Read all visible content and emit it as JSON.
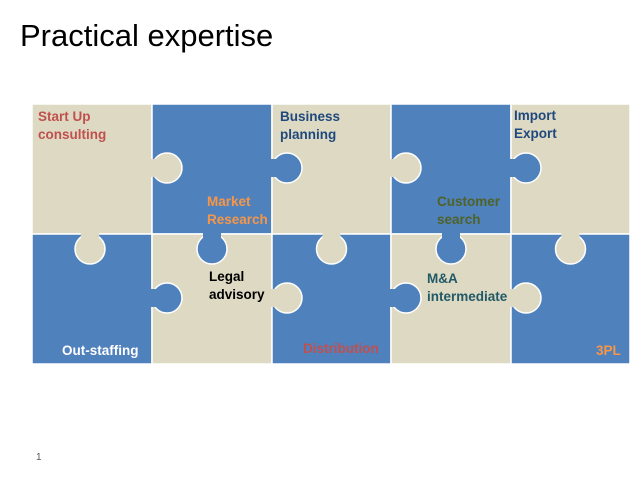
{
  "title": "Practical expertise",
  "page_number": "1",
  "colors": {
    "beige": "#DDD9C3",
    "blue": "#4F81BD"
  },
  "pieces": [
    {
      "label": "Start Up\nconsulting",
      "color": "#C0504D"
    },
    {
      "label": "Market\nResearch",
      "color": "#F79646"
    },
    {
      "label": "Business\nplanning",
      "color": "#1F497D"
    },
    {
      "label": "Customer\nsearch",
      "color": "#4F6228"
    },
    {
      "label": "Import\nExport",
      "color": "#1F497D"
    },
    {
      "label": "Out-staffing",
      "color": "#FFFFFF"
    },
    {
      "label": "Legal\nadvisory",
      "color": "#000000"
    },
    {
      "label": "Distribution",
      "color": "#C0504D"
    },
    {
      "label": "M&A\nintermediate",
      "color": "#215967"
    },
    {
      "label": "3PL",
      "color": "#F79646"
    }
  ]
}
